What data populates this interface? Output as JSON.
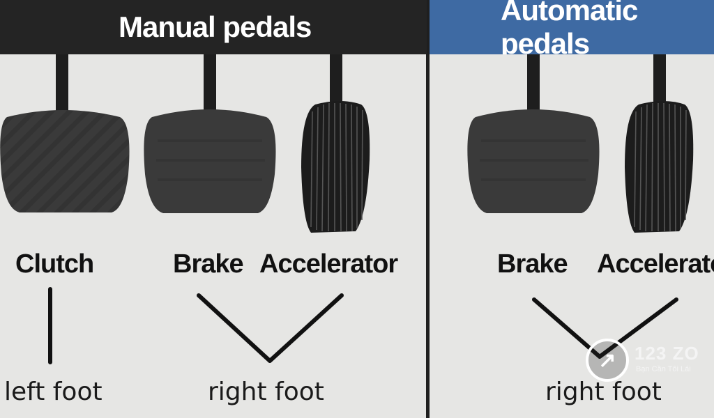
{
  "manual": {
    "title": "Manual pedals",
    "pedals": [
      "Clutch",
      "Brake",
      "Accelerator"
    ],
    "left_foot": "left foot",
    "right_foot": "right foot"
  },
  "automatic": {
    "title": "Automatic pedals",
    "pedals": [
      "Brake",
      "Accelerato"
    ],
    "right_foot": "right foot"
  },
  "logo": {
    "name": "123 ZO",
    "tagline": "Bạn Cần Tôi Lái"
  },
  "colors": {
    "manual_header": "#242424",
    "automatic_header": "#3e6aa3",
    "background": "#e6e6e4",
    "pedal": "#3a3a3a"
  }
}
